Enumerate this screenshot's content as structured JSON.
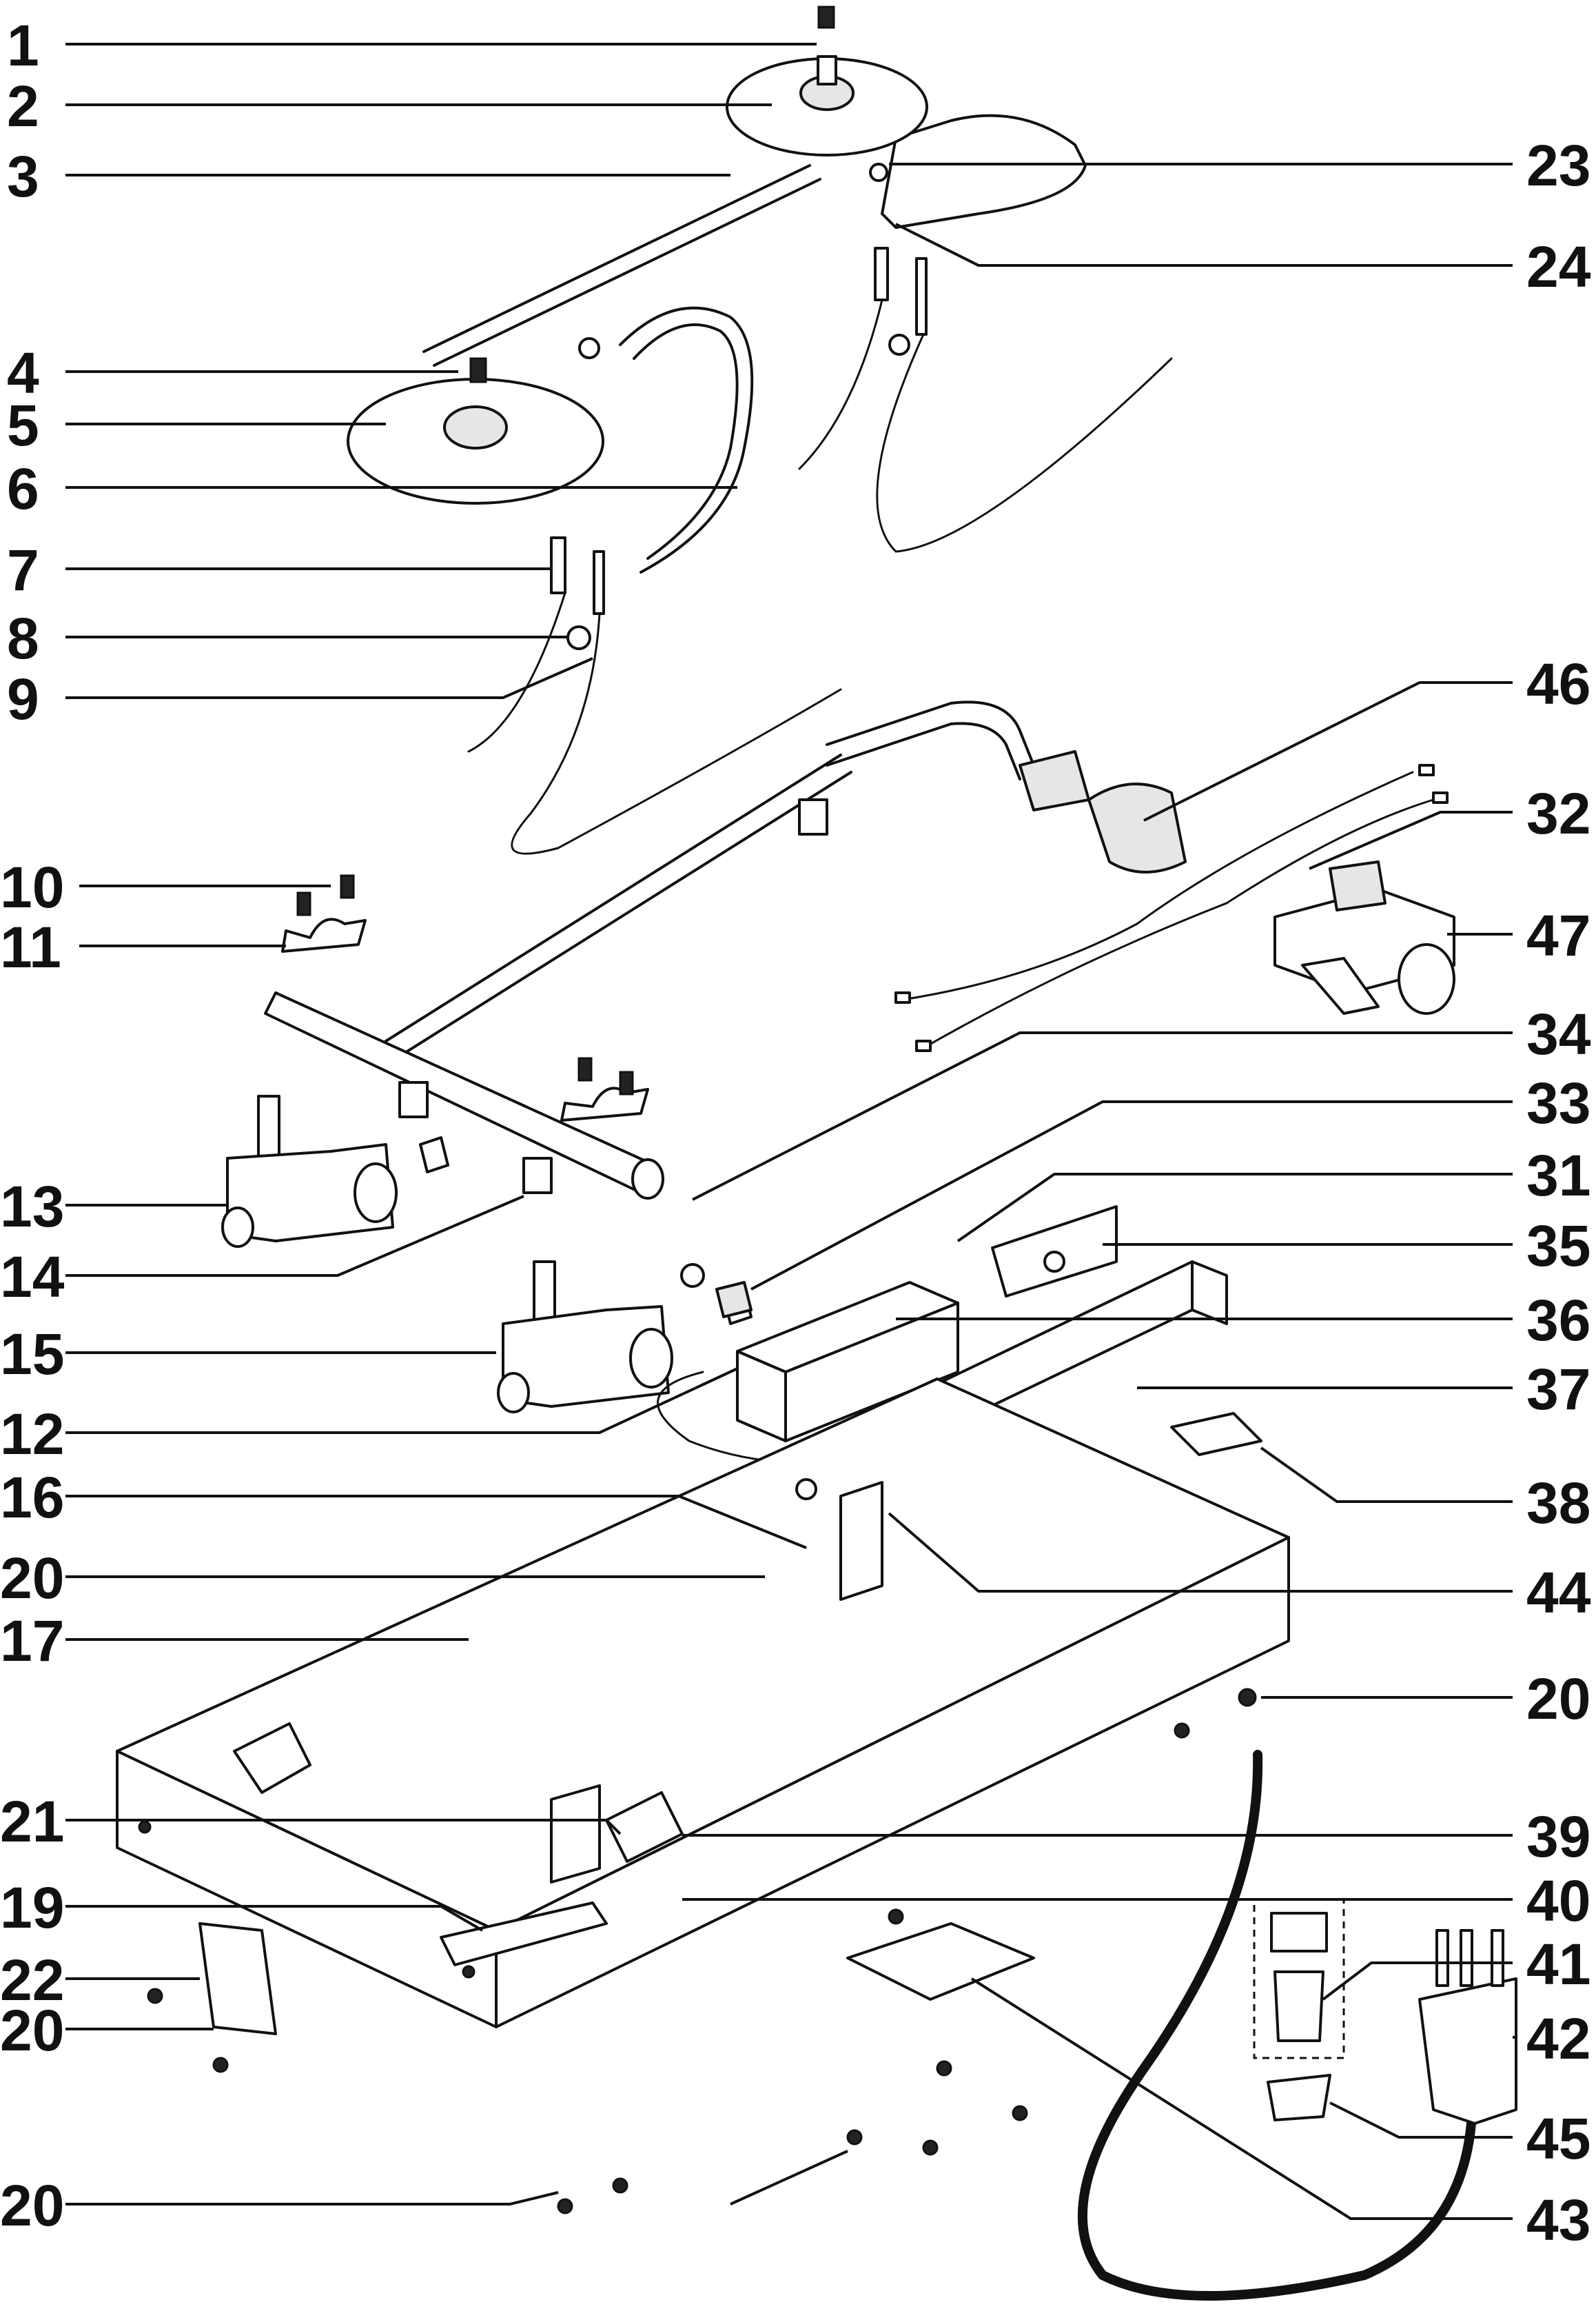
{
  "callouts": [
    {
      "id": "c1",
      "text": "1"
    },
    {
      "id": "c2",
      "text": "2"
    },
    {
      "id": "c3",
      "text": "3"
    },
    {
      "id": "c4",
      "text": "4"
    },
    {
      "id": "c5",
      "text": "5"
    },
    {
      "id": "c6",
      "text": "6"
    },
    {
      "id": "c7",
      "text": "7"
    },
    {
      "id": "c8",
      "text": "8"
    },
    {
      "id": "c9",
      "text": "9"
    },
    {
      "id": "c10",
      "text": "10"
    },
    {
      "id": "c11",
      "text": "11"
    },
    {
      "id": "c13",
      "text": "13"
    },
    {
      "id": "c14",
      "text": "14"
    },
    {
      "id": "c15",
      "text": "15"
    },
    {
      "id": "c12",
      "text": "12"
    },
    {
      "id": "c16",
      "text": "16"
    },
    {
      "id": "c20a",
      "text": "20"
    },
    {
      "id": "c17",
      "text": "17"
    },
    {
      "id": "c21",
      "text": "21"
    },
    {
      "id": "c19",
      "text": "19"
    },
    {
      "id": "c22",
      "text": "22"
    },
    {
      "id": "c20b",
      "text": "20"
    },
    {
      "id": "c20c",
      "text": "20"
    },
    {
      "id": "c23",
      "text": "23"
    },
    {
      "id": "c24",
      "text": "24"
    },
    {
      "id": "c46",
      "text": "46"
    },
    {
      "id": "c32",
      "text": "32"
    },
    {
      "id": "c47",
      "text": "47"
    },
    {
      "id": "c34",
      "text": "34"
    },
    {
      "id": "c33",
      "text": "33"
    },
    {
      "id": "c31",
      "text": "31"
    },
    {
      "id": "c35",
      "text": "35"
    },
    {
      "id": "c36",
      "text": "36"
    },
    {
      "id": "c37",
      "text": "37"
    },
    {
      "id": "c38",
      "text": "38"
    },
    {
      "id": "c44",
      "text": "44"
    },
    {
      "id": "c20d",
      "text": "20"
    },
    {
      "id": "c39",
      "text": "39"
    },
    {
      "id": "c40",
      "text": "40"
    },
    {
      "id": "c41",
      "text": "41"
    },
    {
      "id": "c42",
      "text": "42"
    },
    {
      "id": "c45",
      "text": "45"
    },
    {
      "id": "c43",
      "text": "43"
    }
  ]
}
